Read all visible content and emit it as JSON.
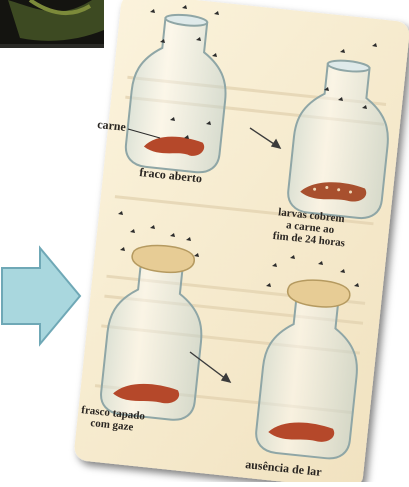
{
  "labels": {
    "carne": "carne",
    "fraco_aberto": "fraco aberto",
    "larvas_line1": "larvas cobrem",
    "larvas_line2": "a carne ao",
    "larvas_line3": "fim de 24 horas",
    "frasco_line1": "frasco tapado",
    "frasco_line2": "com gaze",
    "ausencia": "ausência de lar"
  },
  "colors": {
    "page_bg": "#f7ecd0",
    "arrow_fill": "#a9d7de",
    "arrow_stroke": "#6fa8b6",
    "meat": "#b5482a",
    "gauze": "#e7cc95",
    "text": "#2a2622"
  }
}
